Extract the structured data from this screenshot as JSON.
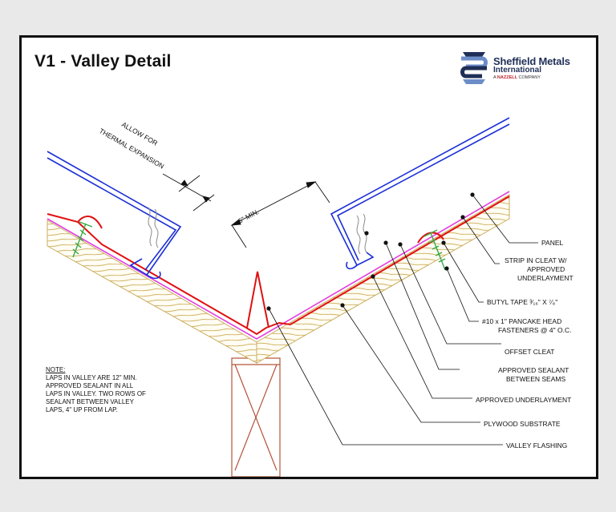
{
  "title": "V1 - Valley Detail",
  "logo": {
    "name": "Sheffield Metals",
    "sub": "International",
    "tag_prefix": "A",
    "tag_brand": "NAZZELL",
    "tag_suffix": "COMPANY"
  },
  "dimensions": {
    "expansion_line1": "ALLOW FOR",
    "expansion_line2": "THERMAL EXPANSION",
    "min_gap": "6\" MIN."
  },
  "callouts": {
    "panel": "PANEL",
    "strip_1": "STRIP IN CLEAT W/",
    "strip_2": "APPROVED",
    "strip_3": "UNDERLAYMENT",
    "butyl": "BUTYL TAPE ³⁄₁₆\" X ⁷⁄₈\"",
    "fastener_1": "#10 x 1\" PANCAKE HEAD",
    "fastener_2": "FASTENERS @ 4\" O.C.",
    "offset_cleat": "OFFSET CLEAT",
    "sealant_1": "APPROVED SEALANT",
    "sealant_2": "BETWEEN SEAMS",
    "underlayment": "APPROVED UNDERLAYMENT",
    "plywood": "PLYWOOD SUBSTRATE",
    "valley_flashing": "VALLEY FLASHING"
  },
  "note": {
    "heading": "NOTE:",
    "line1": "LAPS IN VALLEY ARE 12\" MIN.",
    "line2": "APPROVED SEALANT IN ALL",
    "line3": "LAPS IN VALLEY. TWO ROWS OF",
    "line4": "SEALANT BETWEEN VALLEY",
    "line5": "LAPS, 4\" UP FROM LAP."
  },
  "colors": {
    "panel": "#1c2fd6",
    "flashing": "#e01010",
    "underlayment": "#e23ee0",
    "wood": "#c9ab5c",
    "fastener": "#3aa845",
    "framing": "#b5533a"
  }
}
